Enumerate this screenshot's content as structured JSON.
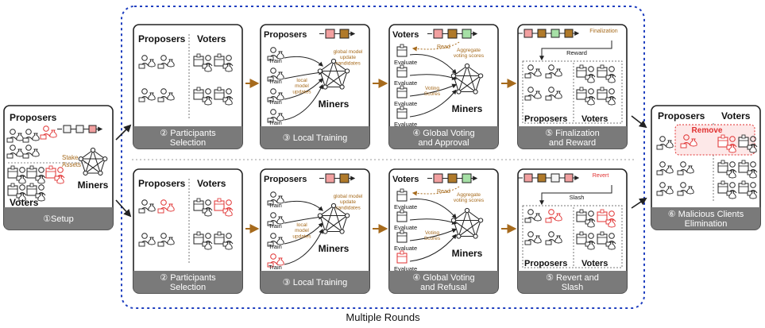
{
  "colors": {
    "panel_border": "#222222",
    "bar_fill": "#7a7a7a",
    "dashed_frame": "#1f3fbf",
    "arrow_brown": "#a66a1c",
    "label_brown": "#a66a1c",
    "block_plain": "#f4f4f4",
    "block_red": "#f2a0a0",
    "block_brown": "#b07a2a",
    "block_green": "#a6e0a6",
    "malicious_red": "#e03030"
  },
  "frame": {
    "label": "Multiple Rounds"
  },
  "setup": {
    "proposers": "Proposers",
    "stake_assets": "Stake\nAssets",
    "miners": "Miners",
    "voters": "Voters",
    "caption": "①Setup"
  },
  "top": {
    "selection": {
      "proposers": "Proposers",
      "voters": "Voters",
      "caption": "② Participants\nSelection"
    },
    "training": {
      "proposers": "Proposers",
      "train": "Train",
      "global_label": "global model\nupdate\ncandidates",
      "local_label": "local\nmodel\nupdates",
      "miners": "Miners",
      "caption": "③ Local Training"
    },
    "voting": {
      "voters": "Voters",
      "read": "Read",
      "evaluate": "Evaluate",
      "aggregate": "Aggregate\nvoting scores",
      "voting_scores": "Voting\nScores",
      "miners": "Miners",
      "caption": "④ Global Voting\nand Approval"
    },
    "final": {
      "finalization": "Finalization",
      "reward": "Reward",
      "proposers": "Proposers",
      "voters": "Voters",
      "caption": "⑤ Finalization\nand Reward"
    }
  },
  "bottom": {
    "selection": {
      "proposers": "Proposers",
      "voters": "Voters",
      "caption": "② Participants\nSelection"
    },
    "training": {
      "proposers": "Proposers",
      "train": "Train",
      "global_label": "global model\nupdate\ncandidates",
      "local_label": "local\nmodel\nupdates",
      "miners": "Miners",
      "caption": "③ Local Training"
    },
    "voting": {
      "voters": "Voters",
      "read": "Read",
      "evaluate": "Evaluate",
      "aggregate": "Aggregate\nvoting scores",
      "voting_scores": "Voting\nScores",
      "miners": "Miners",
      "caption": "④ Global Voting\nand Refusal"
    },
    "final": {
      "revert": "Revert",
      "slash": "Slash",
      "proposers": "Proposers",
      "voters": "Voters",
      "caption": "⑤ Revert and\nSlash"
    }
  },
  "elimination": {
    "proposers": "Proposers",
    "voters": "Voters",
    "remove": "Remove",
    "caption": "⑥ Malicious Clients\nElimination"
  },
  "icons": {
    "client": "person-with-laptop-icon",
    "money_bag": "money-bag-icon",
    "ballot_box": "ballot-box-icon",
    "network": "miner-network-icon",
    "block": "blockchain-block-icon"
  }
}
